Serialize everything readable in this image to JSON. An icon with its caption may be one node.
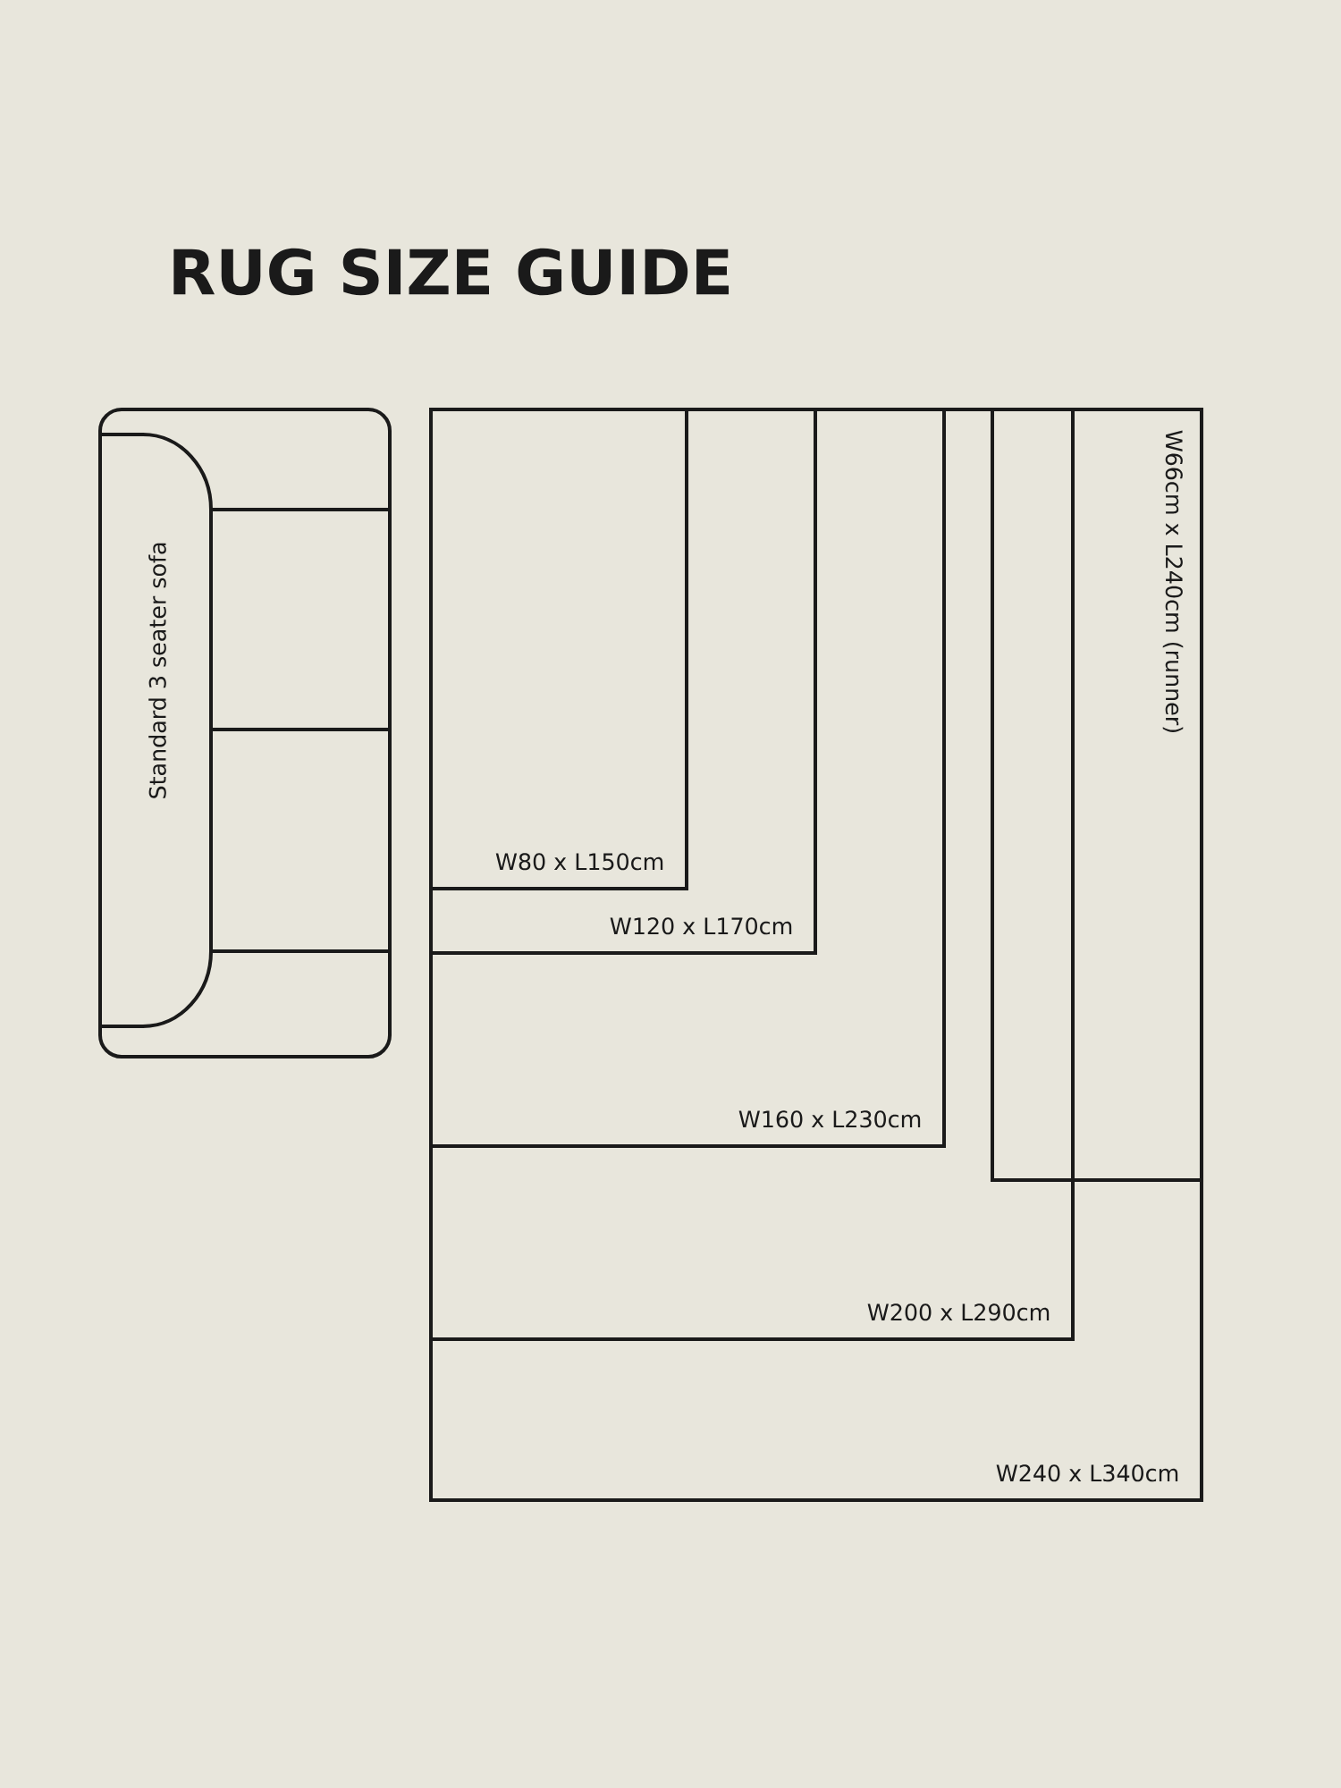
{
  "diagram": {
    "title": "RUG SIZE GUIDE",
    "nodes": [
      {
        "text": [
          "Standard 3 seater sofa"
        ]
      },
      {
        "text": [
          "W80 x L150cm"
        ],
        "in": 2
      },
      {
        "text": [
          "W120 x L170cm"
        ],
        "in": 3
      },
      {
        "text": [
          "W160 x L230cm"
        ],
        "in": 4
      },
      {
        "text": [
          "W200 x L290cm"
        ],
        "in": 5
      },
      {
        "text": [
          "W240 x L340cm"
        ]
      },
      {
        "text": [
          "W66cm x L240cm (runner)"
        ],
        "in": 5
      }
    ]
  }
}
